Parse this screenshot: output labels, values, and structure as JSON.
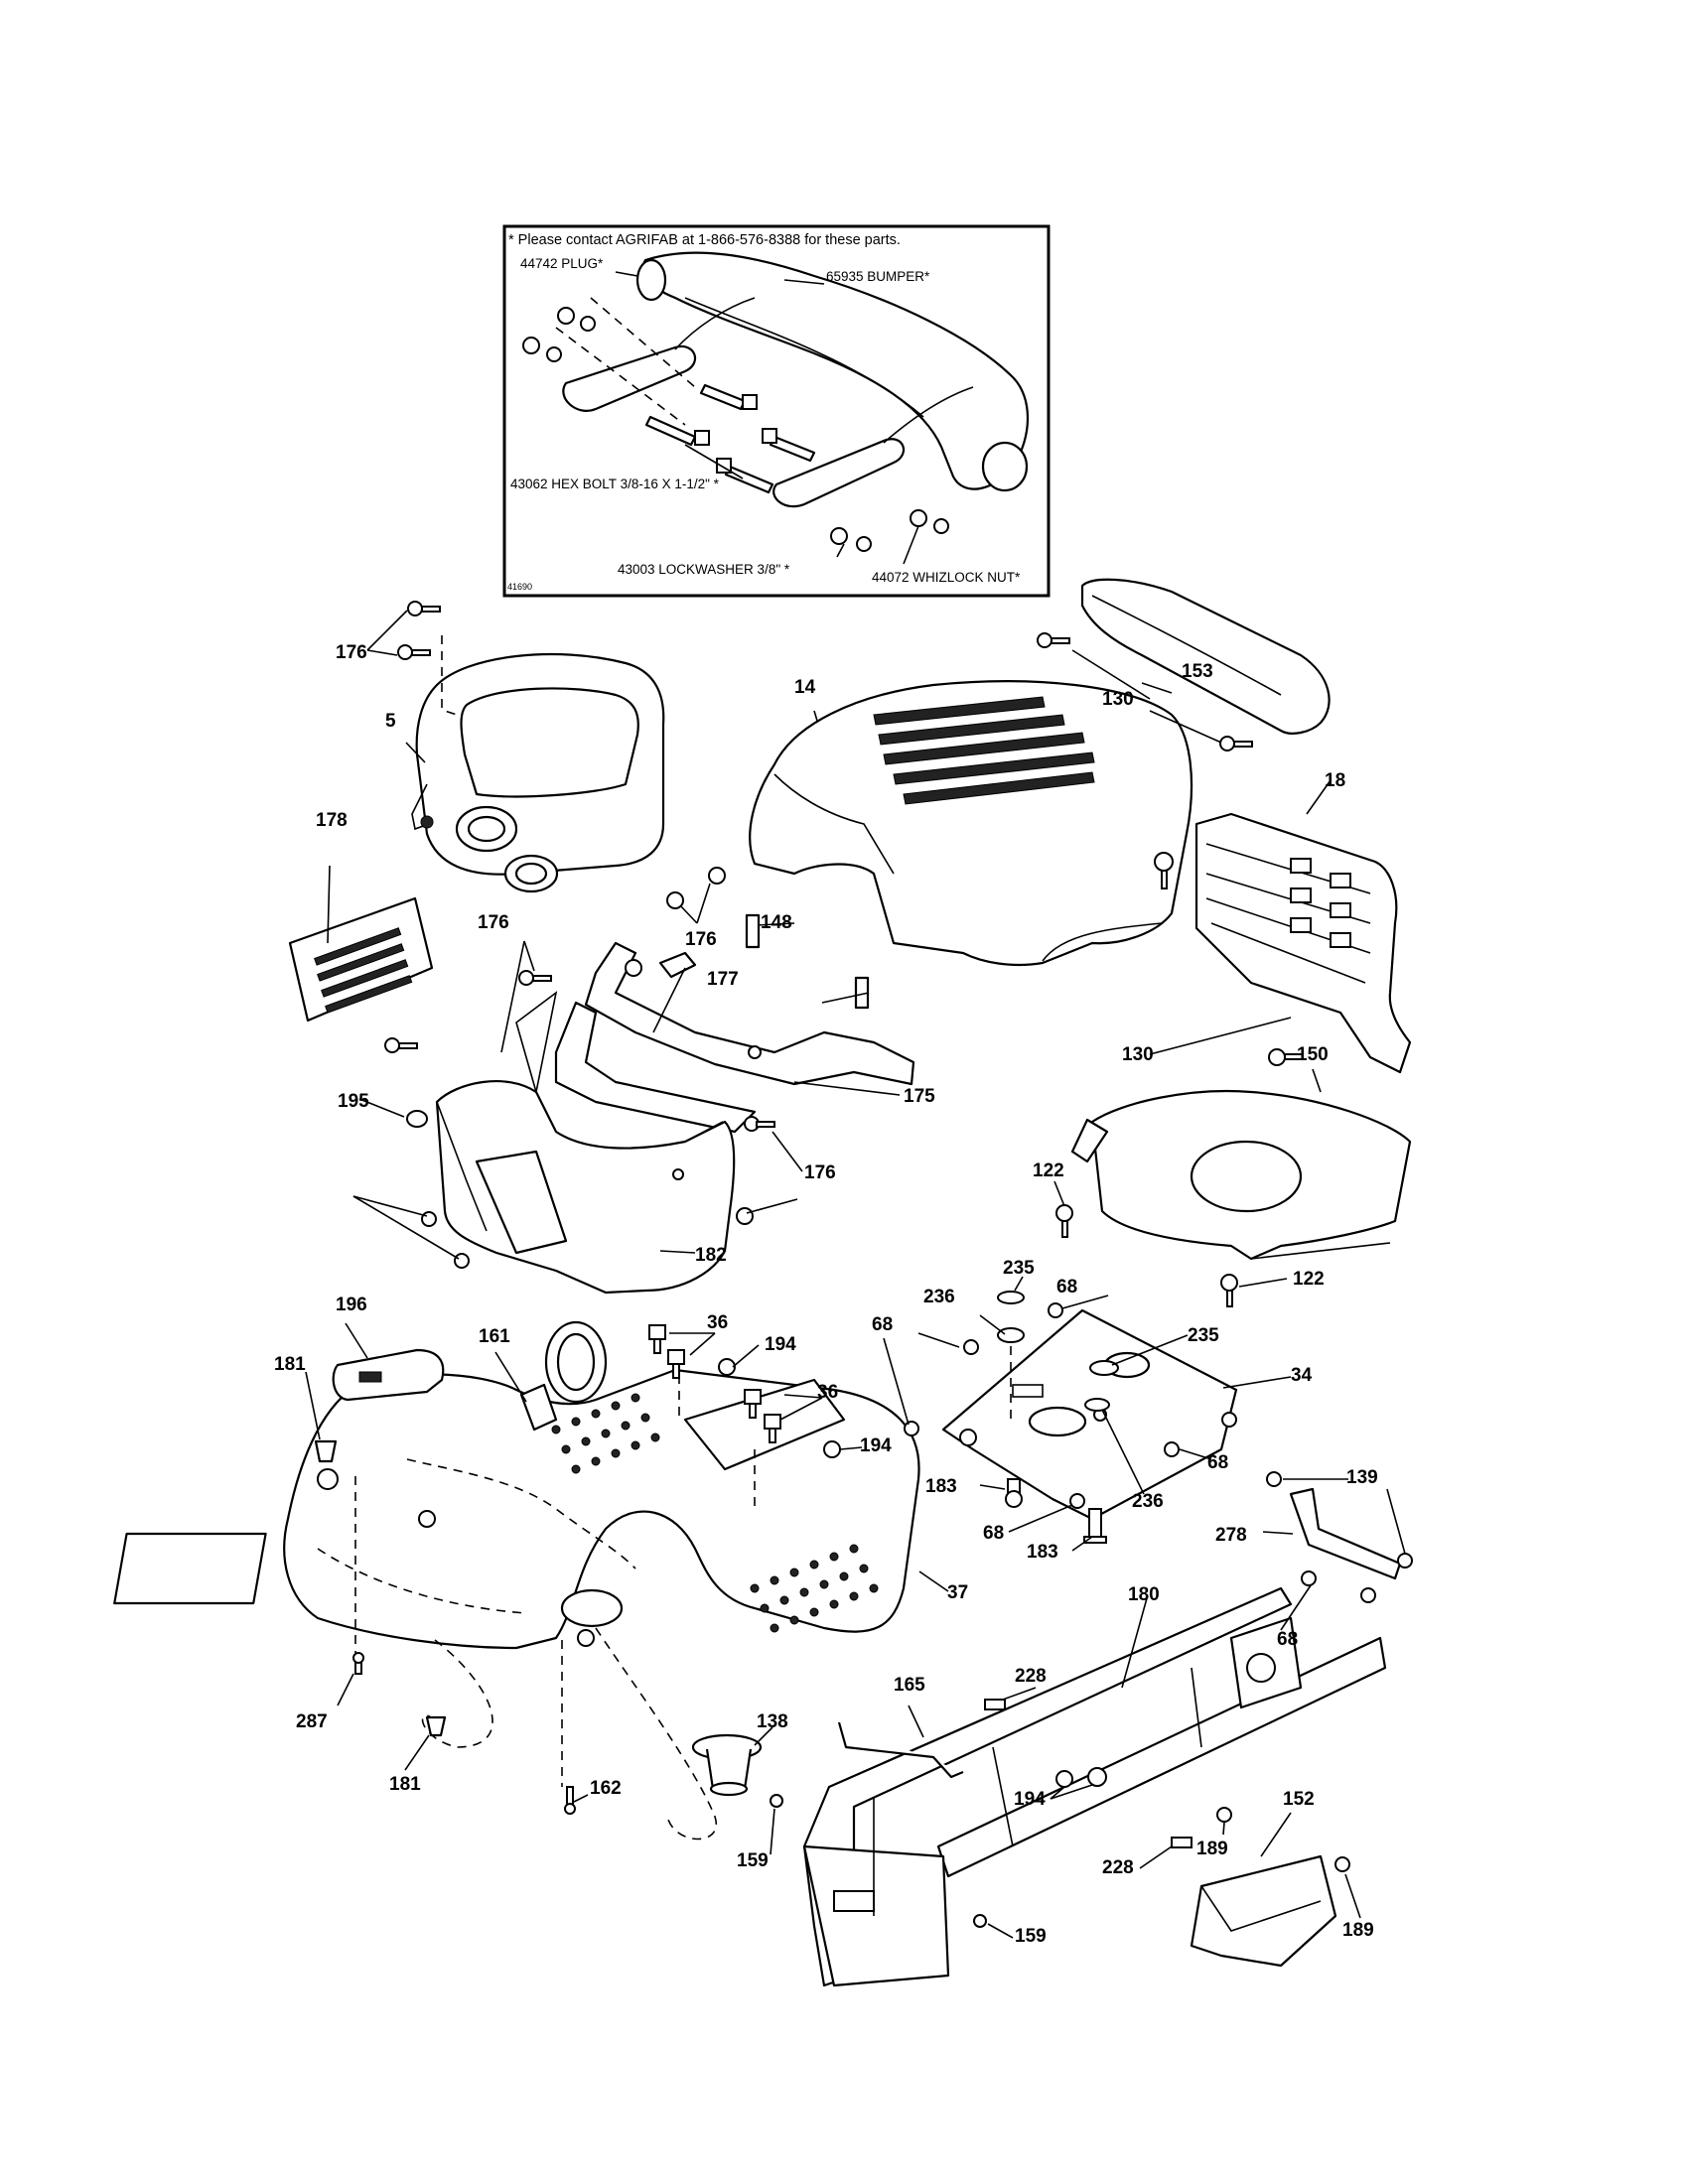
{
  "inset": {
    "note": "* Please contact AGRIFAB at 1-866-576-8388 for these parts.",
    "labels": [
      "44742 PLUG*",
      "65935 BUMPER*",
      "43062 HEX BOLT 3/8-16 X 1-1/2\" *",
      "43003 LOCKWASHER 3/8\" *",
      "44072 WHIZLOCK NUT*"
    ],
    "ref": "41690"
  },
  "callouts": [
    "176",
    "5",
    "14",
    "130",
    "153",
    "18",
    "178",
    "176",
    "148",
    "177",
    "175",
    "130",
    "195",
    "176",
    "176",
    "182",
    "150",
    "122",
    "122",
    "196",
    "161",
    "36",
    "194",
    "36",
    "194",
    "181",
    "37",
    "235",
    "236",
    "68",
    "68",
    "235",
    "34",
    "68",
    "236",
    "183",
    "68",
    "183",
    "139",
    "278",
    "68",
    "180",
    "165",
    "228",
    "138",
    "287",
    "181",
    "162",
    "194",
    "152",
    "159",
    "189",
    "228",
    "159",
    "189"
  ]
}
